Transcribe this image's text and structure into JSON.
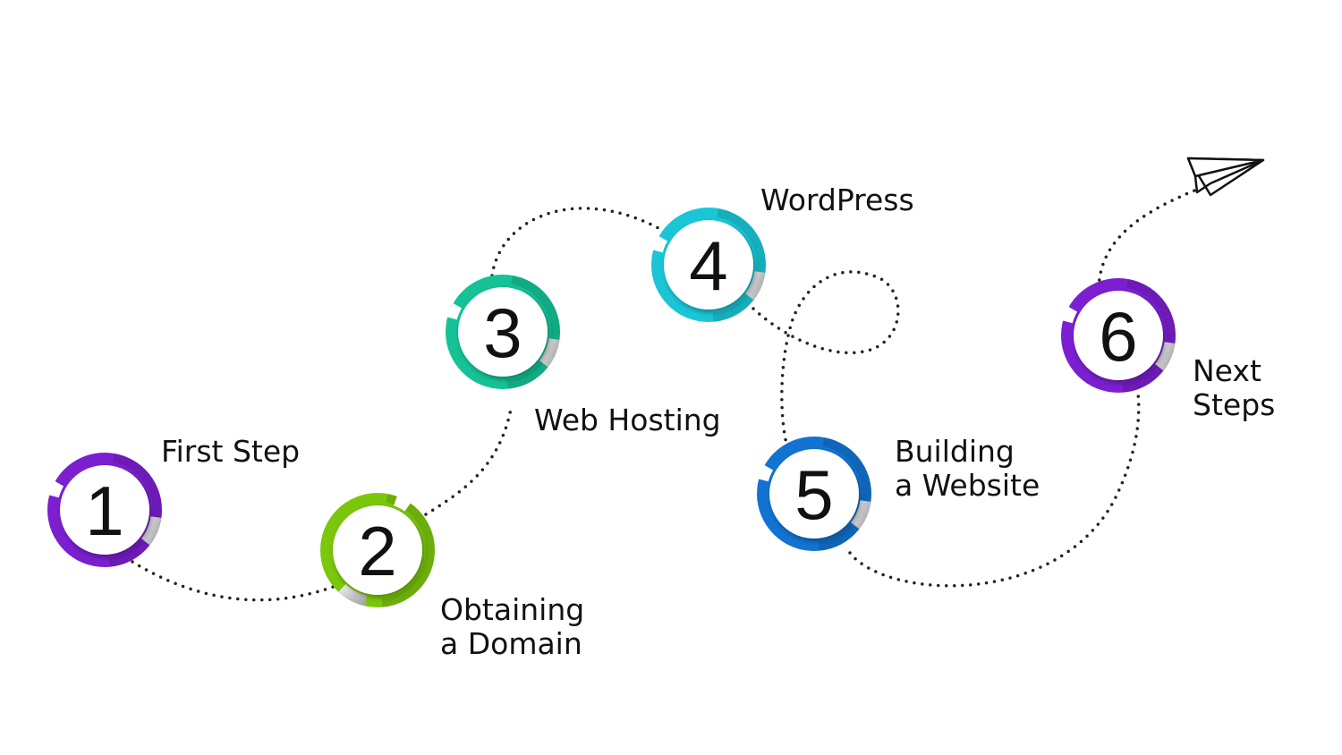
{
  "steps": [
    {
      "number": "1",
      "label": [
        "First Step"
      ],
      "color": "#7b1fd0"
    },
    {
      "number": "2",
      "label": [
        "Obtaining",
        "a Domain"
      ],
      "color": "#7ac70c"
    },
    {
      "number": "3",
      "label": [
        "Web Hosting"
      ],
      "color": "#14c296"
    },
    {
      "number": "4",
      "label": [
        "WordPress"
      ],
      "color": "#1ac6d6"
    },
    {
      "number": "5",
      "label": [
        "Building",
        "a Website"
      ],
      "color": "#1273d2"
    },
    {
      "number": "6",
      "label": [
        "Next",
        "Steps"
      ],
      "color": "#7b1fd0"
    }
  ],
  "icons": {
    "end": "paper-plane-icon"
  }
}
